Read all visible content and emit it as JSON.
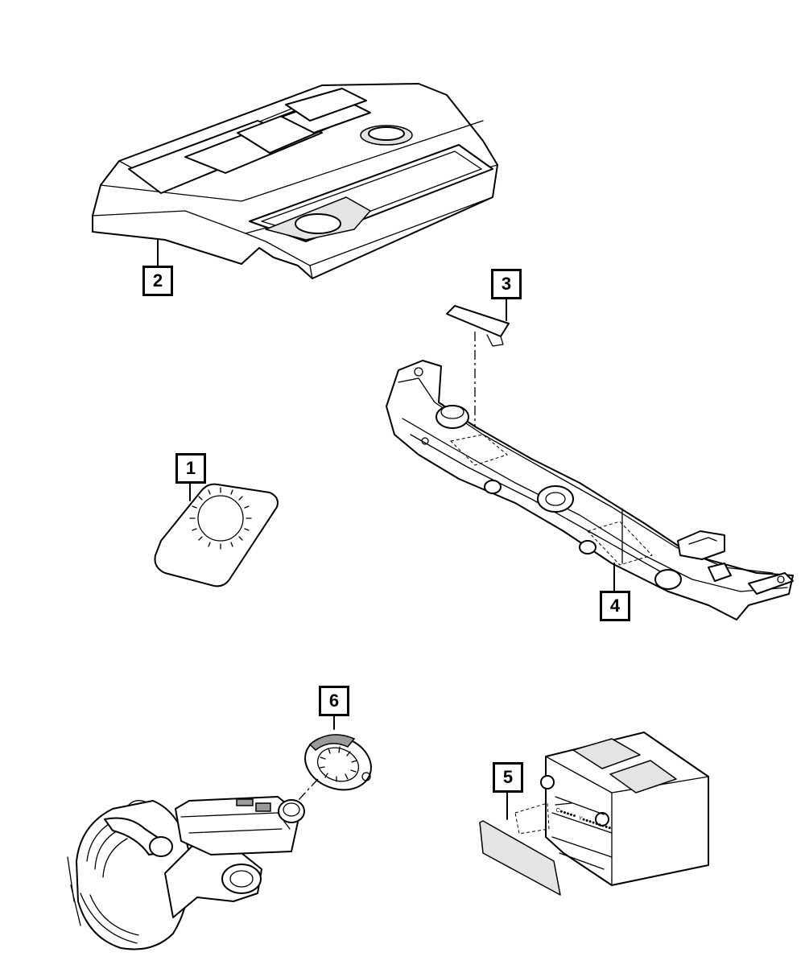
{
  "callouts": [
    {
      "id": "1",
      "label": "1"
    },
    {
      "id": "2",
      "label": "2"
    },
    {
      "id": "3",
      "label": "3"
    },
    {
      "id": "4",
      "label": "4"
    },
    {
      "id": "5",
      "label": "5"
    },
    {
      "id": "6",
      "label": "6"
    }
  ],
  "battery_label": {
    "line1": "C●●●●●",
    "line2": "Y●●●●●●●●●"
  }
}
